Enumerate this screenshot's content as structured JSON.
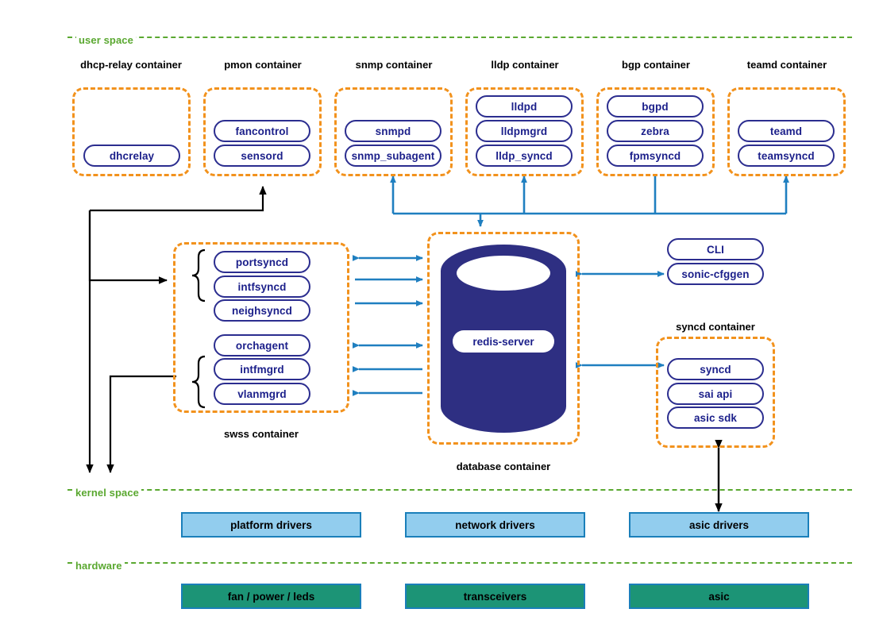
{
  "layers": [
    {
      "name": "user space",
      "color": "#5aa830"
    },
    {
      "name": "kernel space",
      "color": "#5aa830"
    },
    {
      "name": "hardware",
      "color": "#5aa830"
    }
  ],
  "colors": {
    "container_border": "#f2921d",
    "process_border": "#2b2d8f",
    "process_text": "#1b1f8a",
    "database_fill": "#2e2f82",
    "kernel_block": "#92cdee",
    "hardware_block": "#1c9476",
    "blue_arrow": "#1f7fc0",
    "black_arrow": "#000000",
    "layer_line": "#5aa830"
  },
  "user_space_containers": [
    {
      "title": "dhcp-relay container",
      "processes": [
        "dhcrelay"
      ]
    },
    {
      "title": "pmon container",
      "processes": [
        "fancontrol",
        "sensord"
      ]
    },
    {
      "title": "snmp container",
      "processes": [
        "snmpd",
        "snmp_subagent"
      ]
    },
    {
      "title": "lldp container",
      "processes": [
        "lldpd",
        "lldpmgrd",
        "lldp_syncd"
      ]
    },
    {
      "title": "bgp container",
      "processes": [
        "bgpd",
        "zebra",
        "fpmsyncd"
      ]
    },
    {
      "title": "teamd container",
      "processes": [
        "teamd",
        "teamsyncd"
      ]
    }
  ],
  "swss": {
    "title": "swss container",
    "group_one": [
      "portsyncd",
      "intfsyncd",
      "neighsyncd"
    ],
    "group_two": [
      "orchagent",
      "intfmgrd",
      "vlanmgrd"
    ]
  },
  "database": {
    "title": "database container",
    "process": "redis-server"
  },
  "tools": {
    "cli": "CLI",
    "cfggen": "sonic-cfggen"
  },
  "syncd": {
    "title": "syncd container",
    "processes": [
      "syncd",
      "sai api",
      "asic sdk"
    ]
  },
  "kernel_blocks": [
    "platform drivers",
    "network drivers",
    "asic drivers"
  ],
  "hardware_blocks": [
    "fan / power / leds",
    "transceivers",
    "asic"
  ]
}
